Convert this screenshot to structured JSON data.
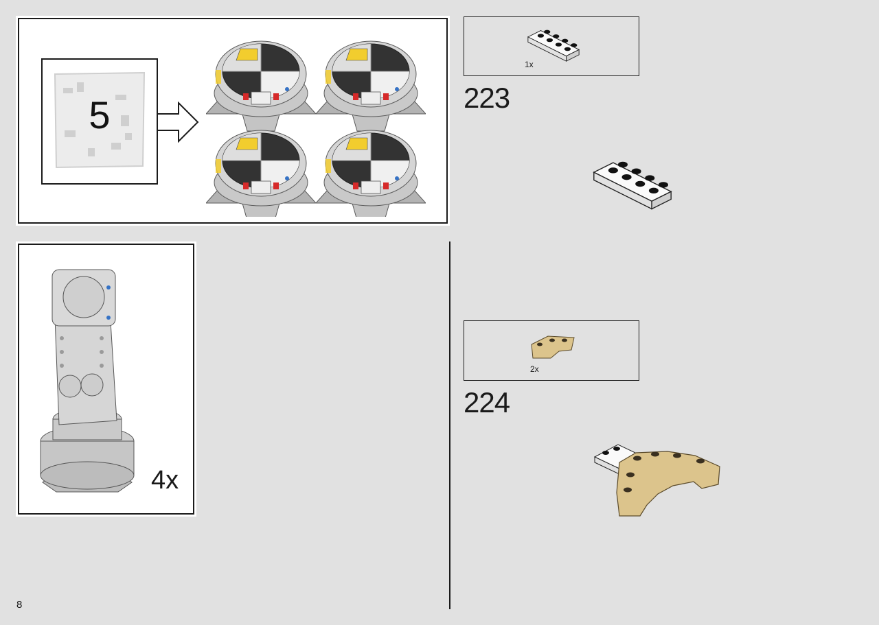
{
  "page": {
    "number": "8"
  },
  "bag_panel": {
    "bag_number": "5"
  },
  "subassembly_panel": {
    "multiplier": "4x"
  },
  "steps": [
    {
      "number": "223",
      "parts": [
        {
          "qty": "1x",
          "icon": "white-plate-2x4-icon"
        }
      ],
      "result_icon": "white-plate-2x4-icon"
    },
    {
      "number": "224",
      "parts": [
        {
          "qty": "2x",
          "icon": "tan-wedge-plate-icon"
        }
      ],
      "result_icon": "tan-wedge-assembly-icon"
    }
  ],
  "colors": {
    "background": "#e1e1e1",
    "ink": "#1a1a1a",
    "tan": "#dcc48c",
    "yellow": "#f2cd2e",
    "dark_gray": "#3a3a3a"
  }
}
